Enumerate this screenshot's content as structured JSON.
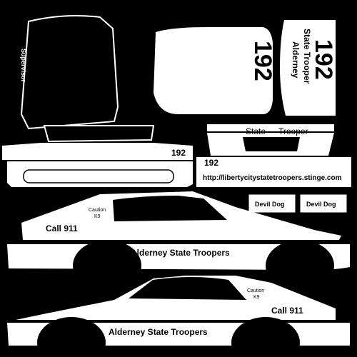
{
  "texture": {
    "hood_label": "Supervisor",
    "roof_number": "192",
    "trunk_line1": "Alderney",
    "trunk_line2": "State Trooper",
    "trunk_number": "192",
    "bumper_number_front": "192",
    "bumper_number_rear": "192",
    "rear_header_word1": "State",
    "rear_header_word2": "Trooper",
    "url": "http://libertycitystatetroopers.stinge.com",
    "plate_left": "Devil Dog",
    "plate_right": "Devil Dog",
    "side_top": {
      "caution_line1": "Caution",
      "caution_line2": "K9",
      "call_text": "Call 911",
      "door_text": "Alderney State Troopers"
    },
    "side_bottom": {
      "caution_line1": "Caution",
      "caution_line2": "K9",
      "call_text": "Call 911",
      "door_text": "Alderney State Troopers"
    }
  },
  "colors": {
    "background": "#000000",
    "paint": "#ffffff",
    "ink": "#000000",
    "trim": "#cfcfcf"
  }
}
